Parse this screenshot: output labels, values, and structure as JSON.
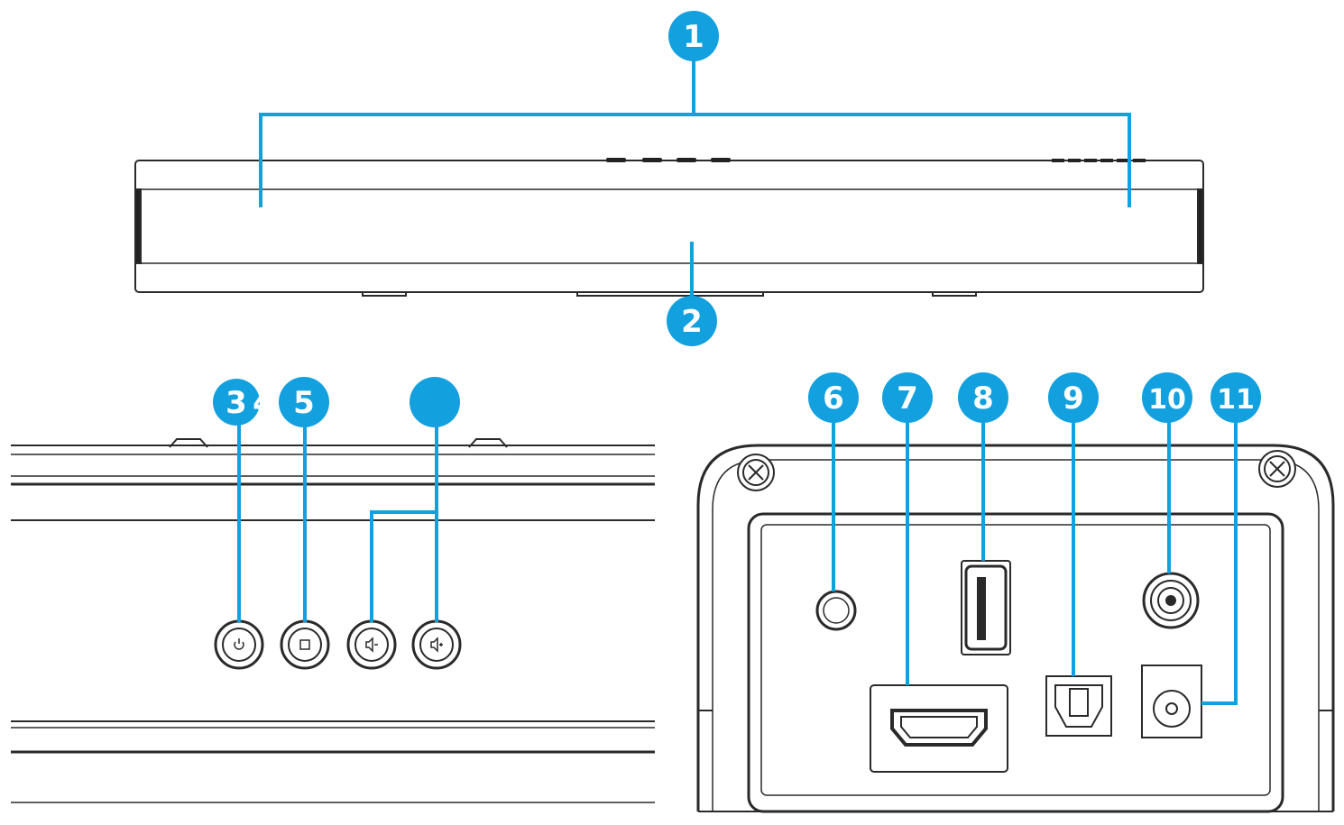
{
  "accent_color": "#13a0de",
  "line_color": "#1a1a1a",
  "callouts": [
    {
      "id": "c1",
      "label": "1"
    },
    {
      "id": "c2",
      "label": "2"
    },
    {
      "id": "c3",
      "label": "3"
    },
    {
      "id": "c4",
      "label": "4"
    },
    {
      "id": "c5",
      "label": "5"
    },
    {
      "id": "c5b",
      "label": ""
    },
    {
      "id": "c6",
      "label": "6"
    },
    {
      "id": "c7",
      "label": "7"
    },
    {
      "id": "c8",
      "label": "8"
    },
    {
      "id": "c9",
      "label": "9"
    },
    {
      "id": "c10",
      "label": "10"
    },
    {
      "id": "c11",
      "label": "11"
    }
  ],
  "icons": {
    "power_button": "power-icon",
    "input_button": "input-icon",
    "volume_down_button": "volume-down-icon",
    "volume_up_button": "volume-up-icon",
    "hdmi_port": "hdmi-port-icon",
    "usb_port": "usb-port-icon",
    "optical_port": "optical-port-icon",
    "aux_port": "aux-port-icon",
    "dc_port": "dc-port-icon",
    "ir_sensor": "ir-sensor-icon",
    "screw": "screw-icon"
  }
}
